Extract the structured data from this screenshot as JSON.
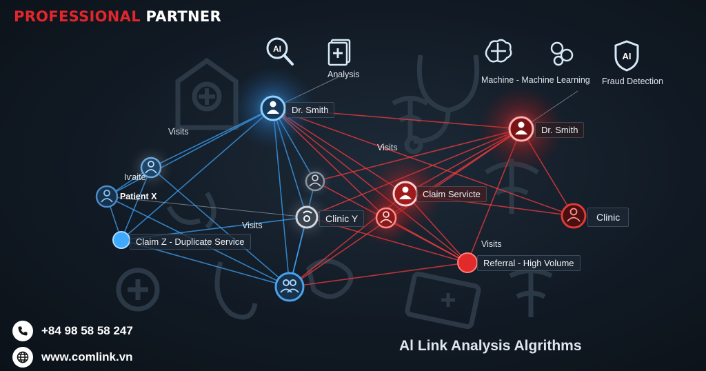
{
  "brand": {
    "part1": "PROFESSIONAL",
    "part2": "PARTNER"
  },
  "contact": {
    "phone": "+84 98 58 58 247",
    "website": "www.comlink.vn"
  },
  "footer_title": "Al Link Analysis Algrithms",
  "icons": {
    "top_left": [
      {
        "text": "AI"
      },
      {
        "label": "Analysis"
      }
    ],
    "top_right": [
      {
        "label": "Machine - Machine Learning"
      },
      {
        "label": "Fraud Detection",
        "text": "AI"
      }
    ]
  },
  "nodes": {
    "dr_smith_blue": "Dr. Smith",
    "dr_smith_red": "Dr. Smith",
    "patient_x": "Patient X",
    "ghost_label": "Iѵaite",
    "claim_z": "Claim Z - Duplicate Service",
    "clinic_y": "Clinic Y",
    "claim_service": "Claim Servicte",
    "clinic": "Clinic",
    "referral": "Referral - High Volume"
  },
  "edge_labels": [
    "Visits",
    "Visits",
    "Visits",
    "Visits"
  ],
  "colors": {
    "blue": "#3fa8ff",
    "red": "#ff3b3b",
    "gray": "#b9c2cc",
    "brand_red": "#e2262b"
  }
}
